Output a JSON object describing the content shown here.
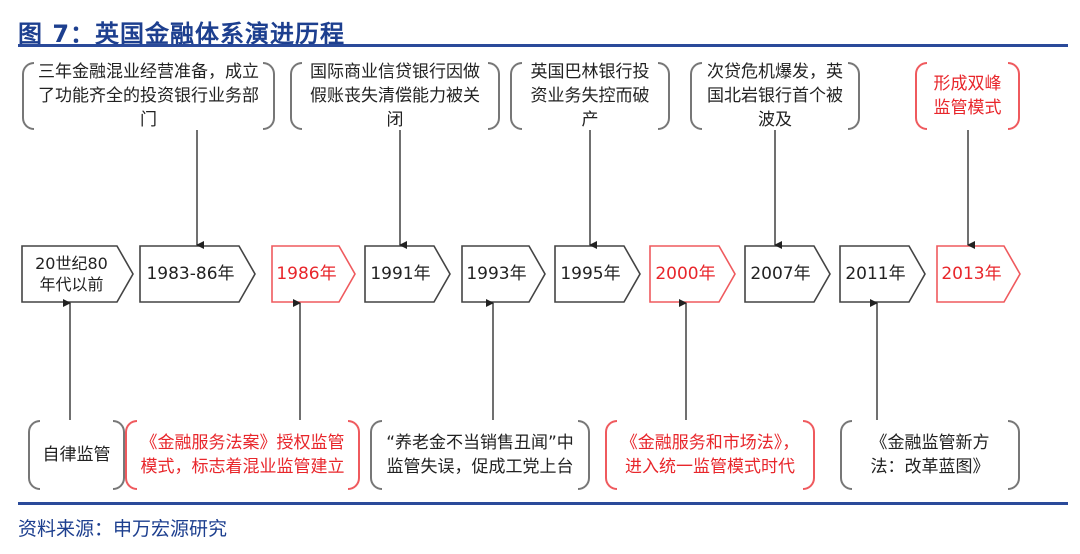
{
  "title": "图 7：英国金融体系演进历程",
  "source": "资料来源：申万宏源研究",
  "colors": {
    "accent": "#1d3f8f",
    "highlight": "#e8262b",
    "normal": "#222222"
  },
  "top_events": [
    {
      "text": "三年金融混业经营准备，成立了功能齐全的投资银行业务部门",
      "highlight": false
    },
    {
      "text": "国际商业信贷银行因做假账丧失清偿能力被关闭",
      "highlight": false
    },
    {
      "text": "英国巴林银行投资业务失控而破产",
      "highlight": false
    },
    {
      "text": "次贷危机爆发，英国北岩银行首个被波及",
      "highlight": false
    },
    {
      "text": "形成双峰监管模式",
      "highlight": true
    }
  ],
  "timeline": [
    {
      "label": "20世纪80年代以前",
      "highlight": false
    },
    {
      "label": "1983-86年",
      "highlight": false
    },
    {
      "label": "1986年",
      "highlight": true
    },
    {
      "label": "1991年",
      "highlight": false
    },
    {
      "label": "1993年",
      "highlight": false
    },
    {
      "label": "1995年",
      "highlight": false
    },
    {
      "label": "2000年",
      "highlight": true
    },
    {
      "label": "2007年",
      "highlight": false
    },
    {
      "label": "2011年",
      "highlight": false
    },
    {
      "label": "2013年",
      "highlight": true
    }
  ],
  "bottom_events": [
    {
      "text": "自律监管",
      "highlight": false
    },
    {
      "text": "《金融服务法案》授权监管模式，标志着混业监管建立",
      "highlight": true
    },
    {
      "text": "“养老金不当销售丑闻”中监管失误，促成工党上台",
      "highlight": false
    },
    {
      "text": "《金融服务和市场法》，进入统一监管模式时代",
      "highlight": true
    },
    {
      "text": "《金融监管新方法：改革蓝图》",
      "highlight": false
    }
  ]
}
